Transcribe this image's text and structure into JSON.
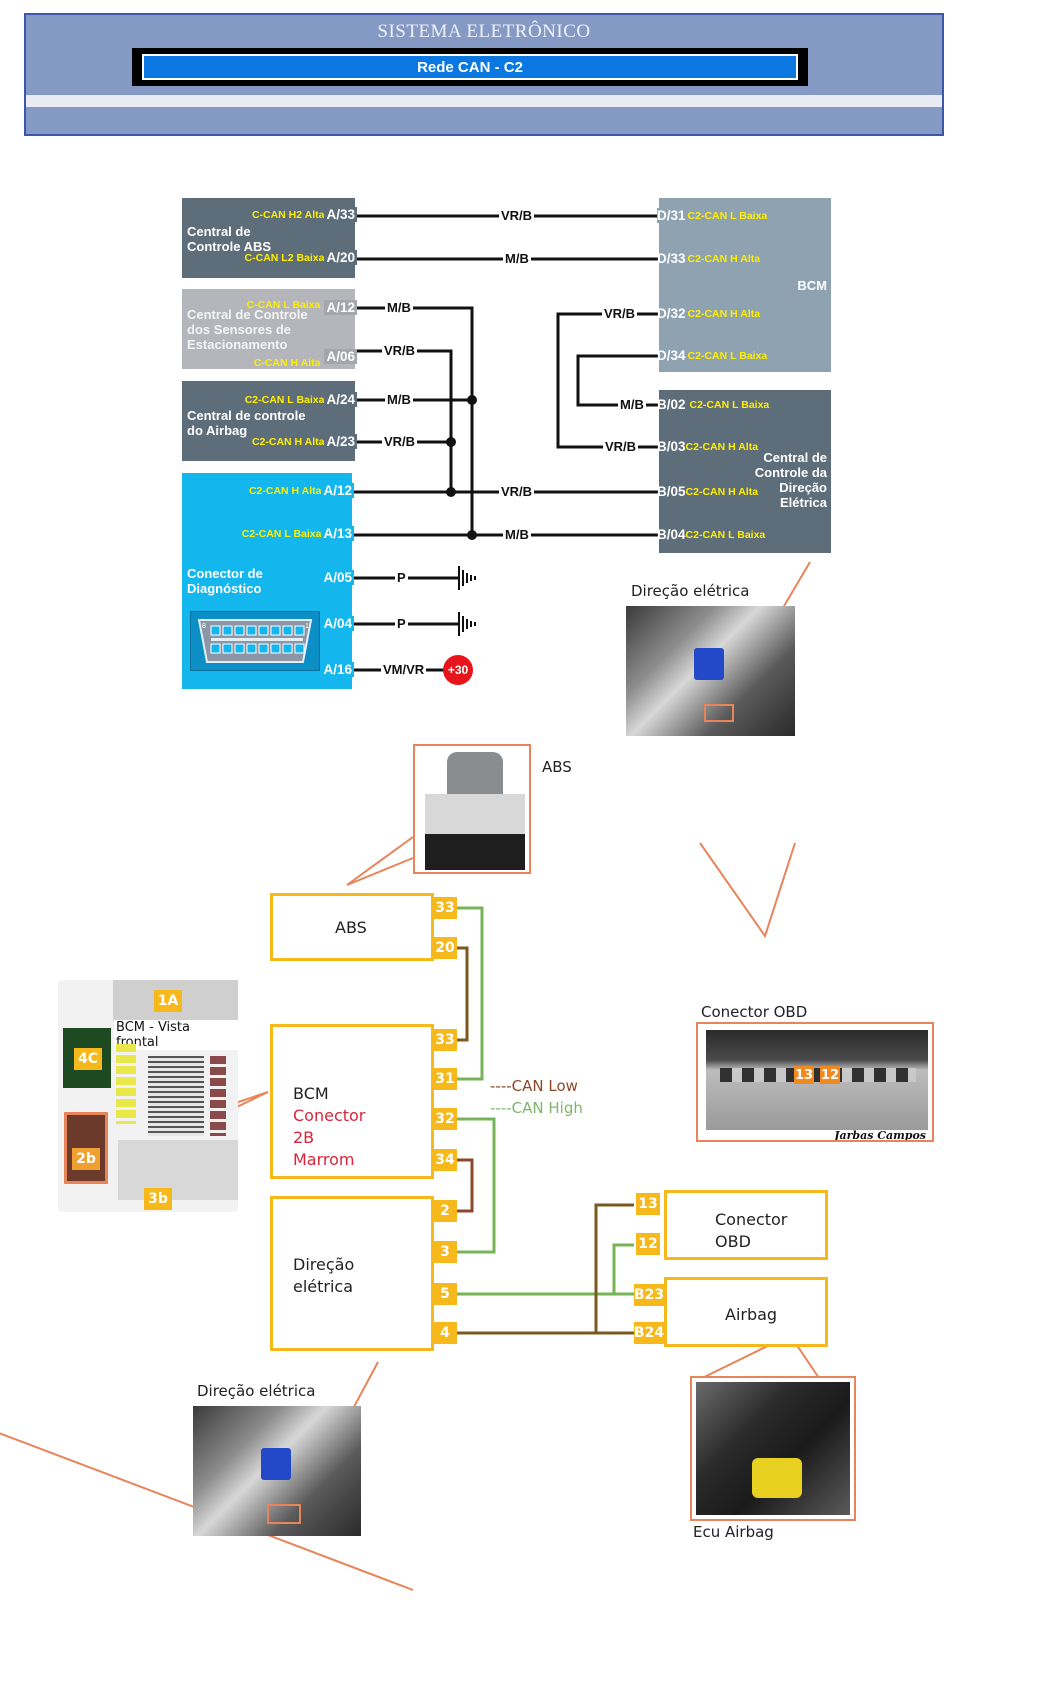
{
  "header": {
    "title": "SISTEMA ELETRÔNICO",
    "subtitle": "Rede CAN - C2"
  },
  "top_diagram": {
    "modules": {
      "abs": {
        "title_line1": "Central de",
        "title_line2": "Controle ABS",
        "pins": [
          {
            "pin": "A/33",
            "signal": "C-CAN H2 Alta",
            "wire": "VR/B"
          },
          {
            "pin": "A/20",
            "signal": "C-CAN L2 Baixa",
            "wire": "M/B"
          }
        ]
      },
      "parking": {
        "title_line1": "Central de Controle",
        "title_line2": "dos Sensores de",
        "title_line3": "Estacionamento",
        "pins": [
          {
            "pin": "A/12",
            "signal": "C-CAN L Baixa",
            "wire": "M/B"
          },
          {
            "pin": "A/06",
            "signal": "C-CAN H Alta",
            "wire": "VR/B"
          }
        ]
      },
      "airbag": {
        "title_line1": "Central de controle",
        "title_line2": "do Airbag",
        "pins": [
          {
            "pin": "A/24",
            "signal": "C2-CAN L Baixa",
            "wire": "M/B"
          },
          {
            "pin": "A/23",
            "signal": "C2-CAN H Alta",
            "wire": "VR/B"
          }
        ]
      },
      "diagnostic": {
        "title_line1": "Conector de",
        "title_line2": "Diagnóstico",
        "pins": [
          {
            "pin": "A/12",
            "signal": "C2-CAN H Alta",
            "wire": "VR/B"
          },
          {
            "pin": "A/13",
            "signal": "C2-CAN L Baixa",
            "wire": "M/B"
          },
          {
            "pin": "A/05",
            "signal": "",
            "wire": "P"
          },
          {
            "pin": "A/04",
            "signal": "",
            "wire": "P"
          },
          {
            "pin": "A/16",
            "signal": "",
            "wire": "VM/VR"
          }
        ],
        "obd_pin_first": "8",
        "obd_pin_last": "1",
        "power_label": "+30"
      },
      "bcm": {
        "title": "BCM",
        "pins": [
          {
            "pin": "D/31",
            "signal": "C2-CAN L Baixa"
          },
          {
            "pin": "D/33",
            "signal": "C2-CAN H Alta"
          },
          {
            "pin": "D/32",
            "signal": "C2-CAN H Alta",
            "wire": "VR/B"
          },
          {
            "pin": "D/34",
            "signal": "C2-CAN L Baixa"
          }
        ]
      },
      "steering": {
        "title_line1": "Central de",
        "title_line2": "Controle da",
        "title_line3": "Direção",
        "title_line4": "Elétrica",
        "pins": [
          {
            "pin": "B/02",
            "signal": "C2-CAN L Baixa",
            "wire": "M/B"
          },
          {
            "pin": "B/03",
            "signal": "C2-CAN H Alta",
            "wire": "VR/B"
          },
          {
            "pin": "B/05",
            "signal": "C2-CAN H Alta"
          },
          {
            "pin": "B/04",
            "signal": "C2-CAN L Baixa"
          }
        ]
      }
    },
    "photo_caption": "Direção elétrica"
  },
  "bottom_diagram": {
    "abs_photo_caption": "ABS",
    "bcm_photo_caption": "BCM - Vista frontal",
    "bcm_connectors": [
      "1A",
      "4C",
      "2b",
      "3b"
    ],
    "obd_photo_caption": "Conector OBD",
    "obd_photo_pins": [
      "13",
      "12"
    ],
    "obd_photo_signature": "Jarbas Campos",
    "steering_photo_caption": "Direção elétrica",
    "airbag_photo_caption": "Ecu Airbag",
    "legend": {
      "can_low": "----CAN Low",
      "can_high": "----CAN High"
    },
    "boxes": {
      "abs": {
        "label": "ABS",
        "pins": [
          "33",
          "20"
        ]
      },
      "bcm": {
        "line1": "BCM",
        "line2": "Conector",
        "line3": "2B",
        "line4": "Marrom",
        "pins": [
          "33",
          "31",
          "32",
          "34"
        ]
      },
      "steering": {
        "line1": "Direção",
        "line2": "elétrica",
        "pins": [
          "2",
          "3",
          "5",
          "4"
        ]
      },
      "obd": {
        "line1": "Conector",
        "line2": "OBD",
        "pins": [
          "13",
          "12"
        ]
      },
      "airbag": {
        "label": "Airbag",
        "pins": [
          "B23",
          "B24"
        ]
      }
    },
    "colors": {
      "can_low": "#7a5a1e",
      "can_high": "#78b35a",
      "box_border": "#f6b81a",
      "callout": "#e8845a"
    }
  }
}
